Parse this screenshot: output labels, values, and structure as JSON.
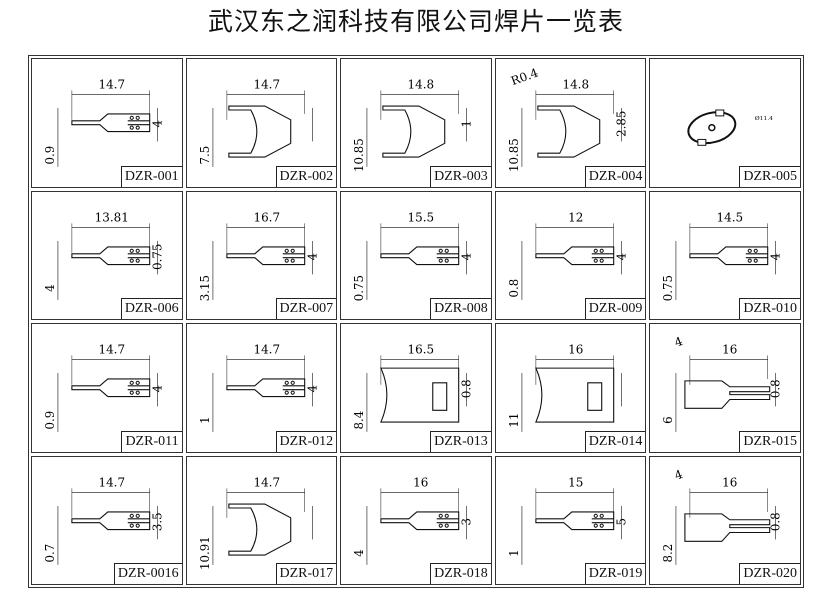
{
  "title": "武汉东之润科技有限公司焊片一览表",
  "parts": [
    {
      "code": "DZR-001",
      "shape": "fork",
      "dims": [
        "14.7",
        "0.9",
        "4"
      ]
    },
    {
      "code": "DZR-002",
      "shape": "u",
      "dims": [
        "14.7",
        "7.5"
      ]
    },
    {
      "code": "DZR-003",
      "shape": "u",
      "dims": [
        "14.8",
        "10.85",
        "1"
      ]
    },
    {
      "code": "DZR-004",
      "shape": "u",
      "dims": [
        "14.8",
        "10.85",
        "2.85",
        "R0.4"
      ]
    },
    {
      "code": "DZR-005",
      "shape": "disc",
      "dims": [
        "Ø11.4"
      ]
    },
    {
      "code": "DZR-006",
      "shape": "fork",
      "dims": [
        "13.81",
        "4",
        "0.75"
      ]
    },
    {
      "code": "DZR-007",
      "shape": "fork",
      "dims": [
        "16.7",
        "3.15",
        "4"
      ]
    },
    {
      "code": "DZR-008",
      "shape": "fork",
      "dims": [
        "15.5",
        "0.75",
        "4"
      ]
    },
    {
      "code": "DZR-009",
      "shape": "fork",
      "dims": [
        "12",
        "0.8",
        "4"
      ]
    },
    {
      "code": "DZR-010",
      "shape": "fork",
      "dims": [
        "14.5",
        "0.75",
        "4"
      ]
    },
    {
      "code": "DZR-011",
      "shape": "fork",
      "dims": [
        "14.7",
        "0.9",
        "4"
      ]
    },
    {
      "code": "DZR-012",
      "shape": "fork",
      "dims": [
        "14.7",
        "1",
        "4"
      ]
    },
    {
      "code": "DZR-013",
      "shape": "plate",
      "dims": [
        "16.5",
        "8.4",
        "0.8"
      ]
    },
    {
      "code": "DZR-014",
      "shape": "plate",
      "dims": [
        "16",
        "11"
      ]
    },
    {
      "code": "DZR-015",
      "shape": "step",
      "dims": [
        "16",
        "6",
        "0.8",
        "4"
      ]
    },
    {
      "code": "DZR-0016",
      "shape": "fork",
      "dims": [
        "14.7",
        "0.7",
        "3.5"
      ]
    },
    {
      "code": "DZR-017",
      "shape": "u",
      "dims": [
        "14.7",
        "10.91"
      ]
    },
    {
      "code": "DZR-018",
      "shape": "fork",
      "dims": [
        "16",
        "4",
        "3"
      ]
    },
    {
      "code": "DZR-019",
      "shape": "fork",
      "dims": [
        "15",
        "1",
        "5"
      ]
    },
    {
      "code": "DZR-020",
      "shape": "step",
      "dims": [
        "16",
        "8.2",
        "0.8",
        "4"
      ]
    }
  ]
}
